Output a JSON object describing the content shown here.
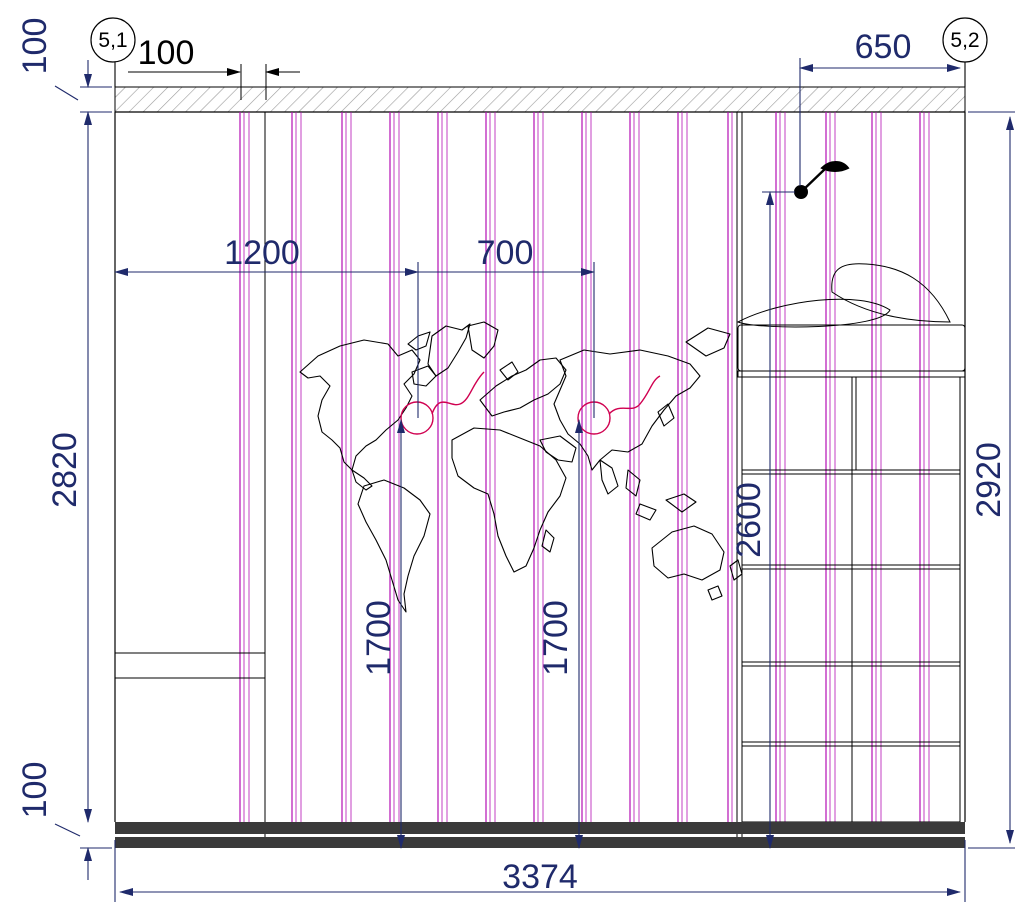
{
  "colors": {
    "dimension": "#1f2a6b",
    "outline": "#000000",
    "stripe": "#b40fb4",
    "outlet": "#d00050",
    "floor": "#3a3a3a",
    "hatch": "#9a9a9a",
    "background": "#ffffff"
  },
  "axis_markers": [
    {
      "label": "5,1"
    },
    {
      "label": "5,2"
    }
  ],
  "dimensions": {
    "ceiling_thickness": "100",
    "left_offset": "100",
    "right_offset": "650",
    "map_offset_left": "1200",
    "map_spacing": "700",
    "wall_height": "2820",
    "total_height": "2920",
    "floor_thickness": "100",
    "total_width": "3374",
    "socket_height_1": "1700",
    "socket_height_2": "1700",
    "lamp_height": "2600"
  },
  "elements": {
    "wall_decor": "world-map",
    "stripe_pattern": "vertical-pinstripes",
    "furniture_right": "loft-bed-with-shelving",
    "furniture_left": "wardrobe-panel",
    "light": "wall-lamp",
    "outlets": "wall-outlets"
  }
}
